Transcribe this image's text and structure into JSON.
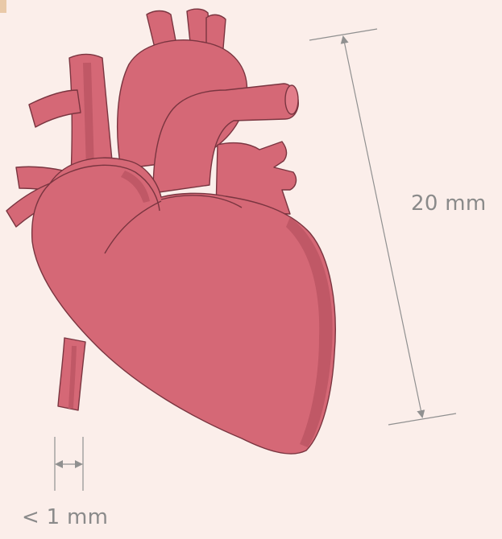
{
  "labels": {
    "heart_size": "20 mm",
    "vessel_width": "< 1 mm"
  },
  "colors": {
    "background": "#fbeeea",
    "heart_fill": "#d56876",
    "heart_shade": "#c05866",
    "heart_outline": "#7a3540",
    "measure_line": "#909090",
    "accent": "#e9c9a8"
  },
  "icons": {
    "illustration": "heart-illustration",
    "dimension_large": "dimension-arrow-vertical",
    "dimension_small": "dimension-arrow-horizontal"
  }
}
